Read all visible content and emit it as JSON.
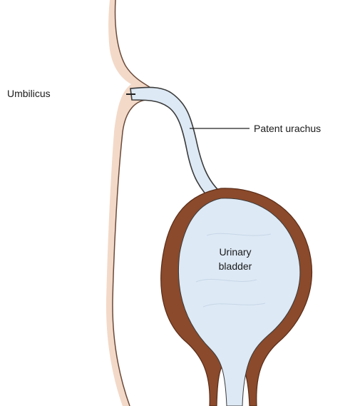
{
  "labels": {
    "umbilicus": "Umbilicus",
    "patent_urachus": "Patent urachus",
    "bladder_line1": "Urinary",
    "bladder_line2": "bladder"
  },
  "colors": {
    "abdominal_wall": "#f3d9c8",
    "wall_outline": "#6b4a3a",
    "lumen_fill": "#dde9f5",
    "lumen_outline": "#3a3a3a",
    "bladder_wall": "#8b4a2b",
    "leader_line": "#222222"
  }
}
